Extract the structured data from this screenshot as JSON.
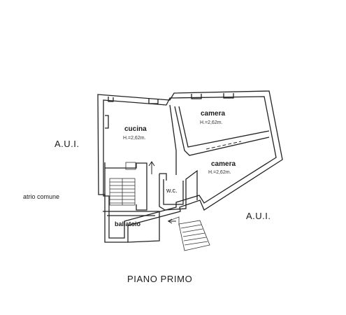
{
  "plan": {
    "title": "PIANO PRIMO",
    "rooms": {
      "kitchen": {
        "name": "cucina",
        "height": "H.=2,62m."
      },
      "bedroom_top": {
        "name": "camera",
        "height": "H.=2,62m."
      },
      "bedroom_bottom": {
        "name": "camera",
        "height": "H.=2,62m."
      },
      "wc": {
        "name": "w.c."
      },
      "balcony": {
        "name": "ballatoio"
      }
    },
    "external": {
      "aui_left": "A.U.I.",
      "aui_right": "A.U.I.",
      "atrium": "atrio comune"
    },
    "colors": {
      "ink": "#222222",
      "paper": "#ffffff"
    }
  }
}
